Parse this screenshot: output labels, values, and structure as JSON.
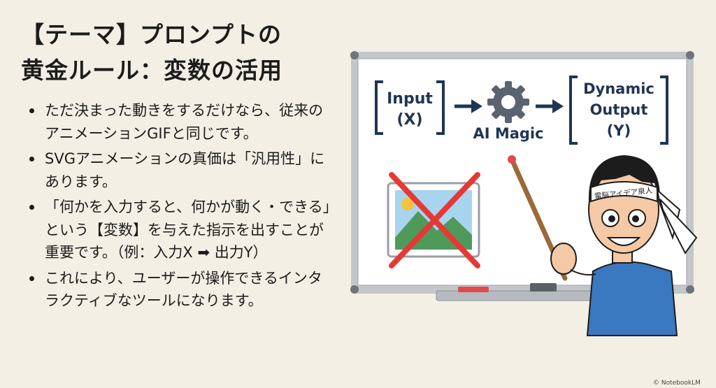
{
  "slide": {
    "title_line1": "【テーマ】プロンプトの",
    "title_line2": "黄金ルール：変数の活用",
    "bullets": [
      "ただ決まった動きをするだけなら、従来のアニメーションGIFと同じです。",
      "SVGアニメーションの真価は「汎用性」にあります。",
      "「何かを入力すると、何かが動く・できる」という【変数】を与えた指示を出すことが重要です。（例：入力X ➡ 出力Y）",
      "これにより、ユーザーが操作できるインタラクティブなツールになります。"
    ]
  },
  "whiteboard": {
    "input_line1": "Input",
    "input_line2": "(X)",
    "middle_label": "AI Magic",
    "output_line1": "Dynamic",
    "output_line2": "Output",
    "output_line3": "(Y)"
  },
  "character": {
    "headband_text": "電脳アイデア泉人"
  },
  "footer": {
    "credit": "© NotebookLM"
  },
  "colors": {
    "background": "#f3efe4",
    "board_text": "#1f3552",
    "cross": "#e53935",
    "shirt": "#3a78c0"
  }
}
